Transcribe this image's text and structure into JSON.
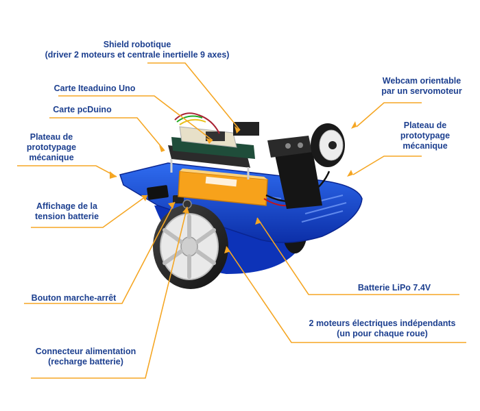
{
  "colors": {
    "label_text": "#1c3f8f",
    "leader_line": "#f5a623",
    "chassis_blue": "#1746d1",
    "battery_orange": "#f7a21b"
  },
  "labels": {
    "shield": {
      "line1": "Shield robotique",
      "line2": "(driver 2 moteurs et centrale inertielle 9 axes)"
    },
    "iteaduino": {
      "line1": "Carte Iteaduino Uno"
    },
    "pcduino": {
      "line1": "Carte pcDuino"
    },
    "plateau_left": {
      "line1": "Plateau de",
      "line2": "prototypage",
      "line3": "mécanique"
    },
    "webcam": {
      "line1": "Webcam orientable",
      "line2": "par un servomoteur"
    },
    "plateau_right": {
      "line1": "Plateau de",
      "line2": "prototypage",
      "line3": "mécanique"
    },
    "voltage": {
      "line1": "Affichage de la",
      "line2": "tension batterie"
    },
    "battery": {
      "line1": "Batterie LiPo 7.4V"
    },
    "switch": {
      "line1": "Bouton marche-arrêt"
    },
    "motors": {
      "line1": "2 moteurs électriques indépendants",
      "line2": "(un pour chaque roue)"
    },
    "connector": {
      "line1": "Connecteur alimentation",
      "line2": "(recharge batterie)"
    }
  }
}
